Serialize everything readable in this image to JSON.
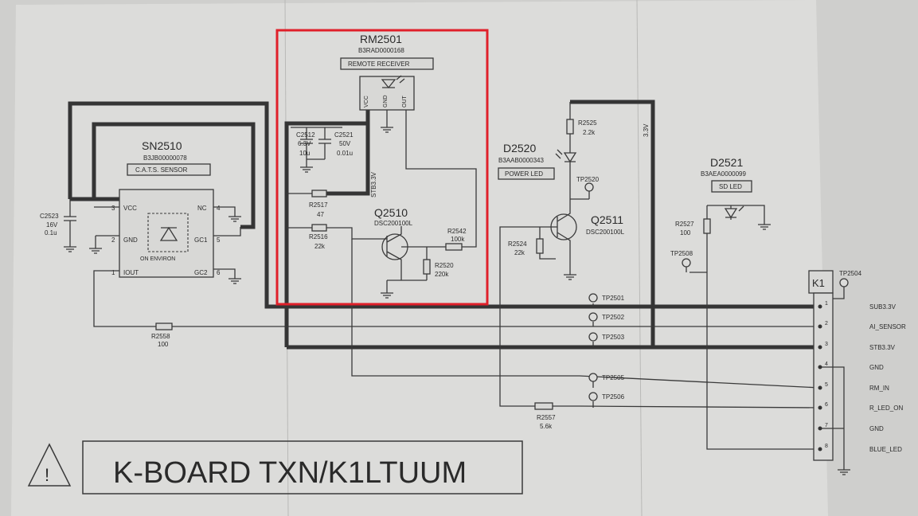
{
  "title_block": {
    "warning_symbol": "!",
    "title": "K-BOARD TXN/K1LTUUM"
  },
  "highlight": {
    "color": "#e0202a"
  },
  "rm2501": {
    "ref": "RM2501",
    "part": "B3RAD0000168",
    "label": "REMOTE RECEIVER",
    "pins": [
      "VCC",
      "GND",
      "OUT"
    ]
  },
  "sn2510": {
    "ref": "SN2510",
    "part": "B3JB00000078",
    "label": "C.A.T.S. SENSOR",
    "pins": {
      "vcc": "VCC",
      "gnd": "GND",
      "iout": "IOUT",
      "nc": "NC",
      "gc1": "GC1",
      "gc2": "GC2"
    },
    "pin_numbers": {
      "vcc": "3",
      "gnd": "2",
      "iout": "1",
      "nc": "4",
      "gc1": "5",
      "gc2": "6"
    },
    "inner_text": "ON ENVIRON"
  },
  "d2520": {
    "ref": "D2520",
    "part": "B3AAB0000343",
    "label": "POWER LED"
  },
  "d2521": {
    "ref": "D2521",
    "part": "B3AEA0000099",
    "label": "SD LED"
  },
  "q2510": {
    "ref": "Q2510",
    "part": "DSC200100L"
  },
  "q2511": {
    "ref": "Q2511",
    "part": "DSC200100L"
  },
  "components": {
    "c2512": {
      "ref": "C2512",
      "v1": "6.3V",
      "v2": "10u"
    },
    "c2521": {
      "ref": "C2521",
      "v1": "50V",
      "v2": "0.01u"
    },
    "c2523": {
      "ref": "C2523",
      "v1": "16V",
      "v2": "0.1u"
    },
    "r2517": {
      "ref": "R2517",
      "value": "47"
    },
    "r2516": {
      "ref": "R2516",
      "value": "22k"
    },
    "r2542": {
      "ref": "R2542",
      "value": "100k"
    },
    "r2520": {
      "ref": "R2520",
      "value": "220k"
    },
    "r2525": {
      "ref": "R2525",
      "value": "2.2k"
    },
    "r2524": {
      "ref": "R2524",
      "value": "22k"
    },
    "r2527": {
      "ref": "R2527",
      "value": "100"
    },
    "r2558": {
      "ref": "R2558",
      "value": "100"
    },
    "r2557": {
      "ref": "R2557",
      "value": "5.6k"
    }
  },
  "nets": {
    "stb": "STB3.3V",
    "v33": "3.3V"
  },
  "test_points": [
    "TP2501",
    "TP2502",
    "TP2503",
    "TP2505",
    "TP2506",
    "TP2520",
    "TP2508",
    "TP2504"
  ],
  "connector": {
    "ref": "K1",
    "pins": [
      {
        "num": "1",
        "name": "SUB3.3V"
      },
      {
        "num": "2",
        "name": "AI_SENSOR"
      },
      {
        "num": "3",
        "name": "STB3.3V"
      },
      {
        "num": "4",
        "name": "GND"
      },
      {
        "num": "5",
        "name": "RM_IN"
      },
      {
        "num": "6",
        "name": "R_LED_ON"
      },
      {
        "num": "7",
        "name": "GND"
      },
      {
        "num": "8",
        "name": "BLUE_LED"
      }
    ]
  }
}
